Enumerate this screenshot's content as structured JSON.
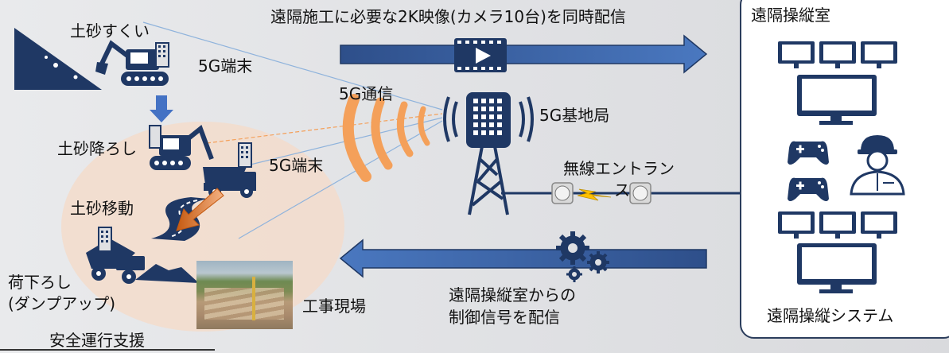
{
  "header": {
    "broadcast_text": "遠隔施工に必要な2K映像(カメラ10台)を同時配信"
  },
  "left_labels": {
    "excavate": "土砂すくい",
    "unload": "土砂降ろし",
    "move": "土砂移動",
    "dump": "荷下ろし",
    "dump_sub": "(ダンプアップ)",
    "safety": "安全運行支援"
  },
  "network": {
    "terminal_top": "5G端末",
    "terminal_mid": "5G端末",
    "comm": "5G通信",
    "base_station": "5G基地局",
    "radio_entrance": "無線エントラン",
    "radio_entrance_2": "ス"
  },
  "site": {
    "label": "工事現場"
  },
  "control": {
    "room_title": "遠隔操縦室",
    "system_label": "遠隔操縦システム",
    "signal_line1": "遠隔操縦室からの",
    "signal_line2": "制御信号を配信"
  },
  "icons": {
    "video": "video-play-icon",
    "gears": "gears-icon",
    "controller": "gamepad-icon",
    "operator": "operator-icon",
    "monitor": "monitor-icon",
    "tower": "antenna-tower-icon"
  },
  "colors": {
    "navy": "#1f3864",
    "arrow_blue": "#4472c4",
    "signal_orange": "#f4a05a",
    "zone": "#f3dccb"
  }
}
